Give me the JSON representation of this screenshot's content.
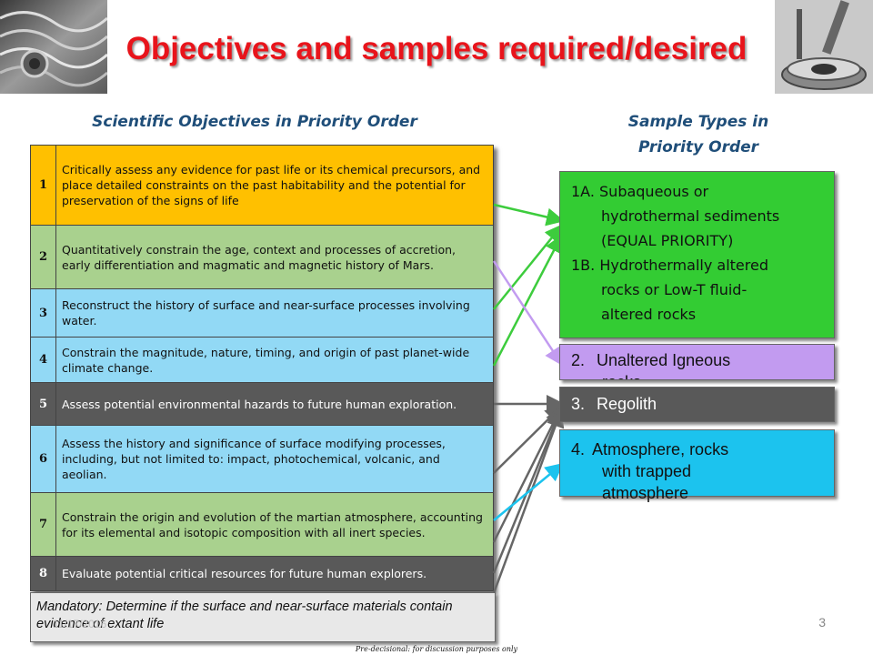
{
  "title": "Objectives and samples required/desired",
  "left_heading": "Scientific Objectives in Priority Order",
  "right_heading_line1": "Sample Types in",
  "right_heading_line2": "Priority Order",
  "objectives": [
    {
      "num": "1",
      "text": "Critically assess any evidence for past life or its chemical precursors, and place detailed constraints on the past habitability and the potential for preservation of the signs of life",
      "color": "#ffc000"
    },
    {
      "num": "2",
      "text": "Quantitatively constrain the age, context and processes of accretion, early differentiation and magmatic and magnetic history of Mars.",
      "color": "#a9d18e"
    },
    {
      "num": "3",
      "text": "Reconstruct the history of surface and near-surface processes involving water.",
      "color": "#92d9f5"
    },
    {
      "num": "4",
      "text": "Constrain the magnitude, nature, timing, and origin of past planet-wide climate change.",
      "color": "#92d9f5"
    },
    {
      "num": "5",
      "text": "Assess potential environmental hazards to future human exploration.",
      "color": "#595959"
    },
    {
      "num": "6",
      "text": "Assess the history and significance of surface modifying processes, including, but not limited to: impact, photochemical, volcanic, and aeolian.",
      "color": "#92d9f5"
    },
    {
      "num": "7",
      "text": "Constrain the origin and evolution of the martian atmosphere, accounting for its elemental and isotopic composition with all inert species.",
      "color": "#a9d18e"
    },
    {
      "num": "8",
      "text": "Evaluate potential critical resources for future human explorers.",
      "color": "#595959"
    }
  ],
  "samples": {
    "s1a_l1": "1A. Subaqueous or",
    "s1a_l2": "hydrothermal sediments",
    "s1a_l3": "(EQUAL PRIORITY)",
    "s1b_l1": "1B. Hydrothermally altered",
    "s1b_l2": "rocks or Low-T fluid-",
    "s1b_l3": "altered rocks",
    "s2_num": "2.",
    "s2_text": "Unaltered Igneous",
    "s2_overflow": "rocks",
    "s3_num": "3.",
    "s3_text": "Regolith",
    "s4_num": "4.",
    "s4_l1": "Atmosphere, rocks",
    "s4_l2": "with trapped",
    "s4_l3": "atmosphere"
  },
  "colors": {
    "green": "#33cc33",
    "purple": "#c29bf0",
    "dark_gray": "#595959",
    "cyan": "#1cc3ee",
    "arrow_green": "#3dcc3d",
    "arrow_purple": "#c29bf0",
    "arrow_gray": "#666666",
    "arrow_cyan": "#1cc3ee"
  },
  "mandatory": "Mandatory: Determine if the surface and near-surface materials contain evidence of extant life",
  "date": "11/17/2016",
  "page_number": "3",
  "footer": "Pre-decisional: for discussion purposes only"
}
